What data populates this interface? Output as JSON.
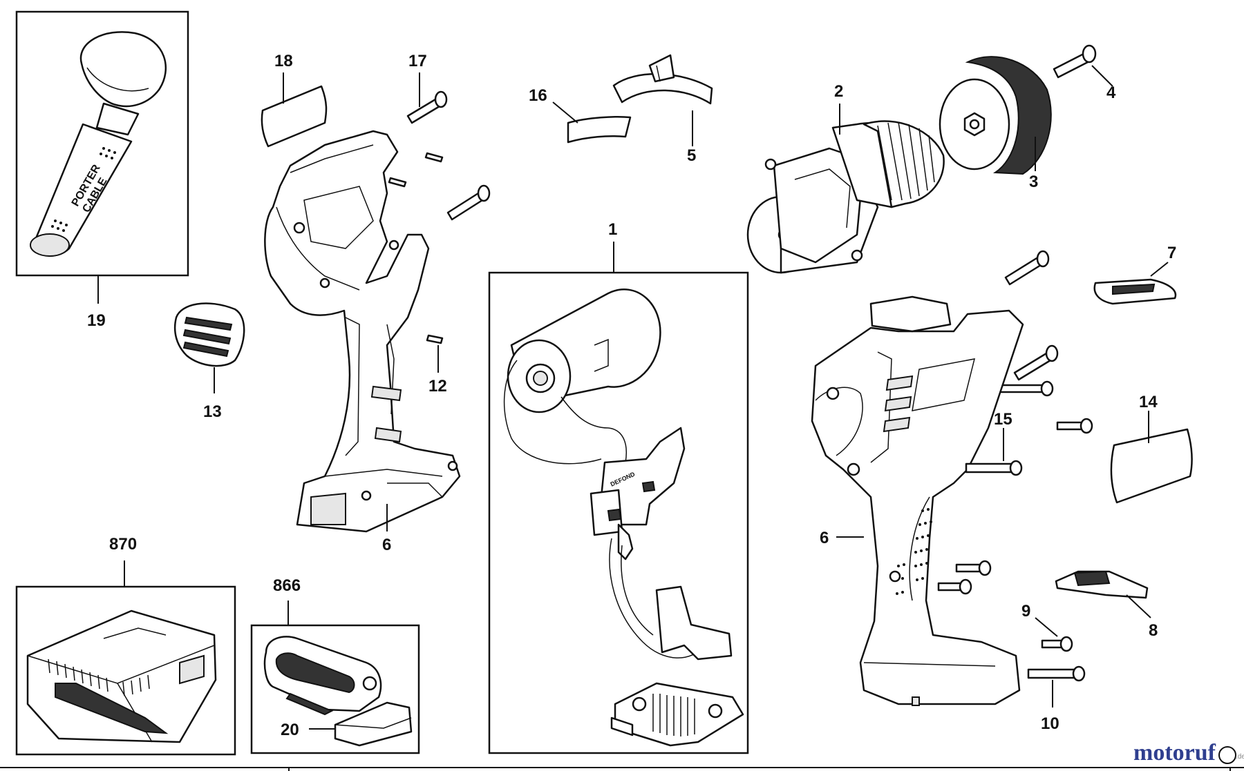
{
  "callouts": {
    "c1": "1",
    "c2": "2",
    "c3": "3",
    "c4": "4",
    "c5": "5",
    "c6a": "6",
    "c6b": "6",
    "c7": "7",
    "c8": "8",
    "c9": "9",
    "c10": "10",
    "c12": "12",
    "c13": "13",
    "c14": "14",
    "c15": "15",
    "c16": "16",
    "c17": "17",
    "c18": "18",
    "c19": "19",
    "c20": "20",
    "c866": "866",
    "c870": "870"
  },
  "handle_logo": {
    "line1": "PORTER",
    "line2": "CABLE"
  },
  "switch_logo": "DEFOND",
  "watermark": {
    "text": "motoruf",
    "suffix": ".de",
    "color_main": "#2f3f8f",
    "color_accent": "#e0a020"
  }
}
